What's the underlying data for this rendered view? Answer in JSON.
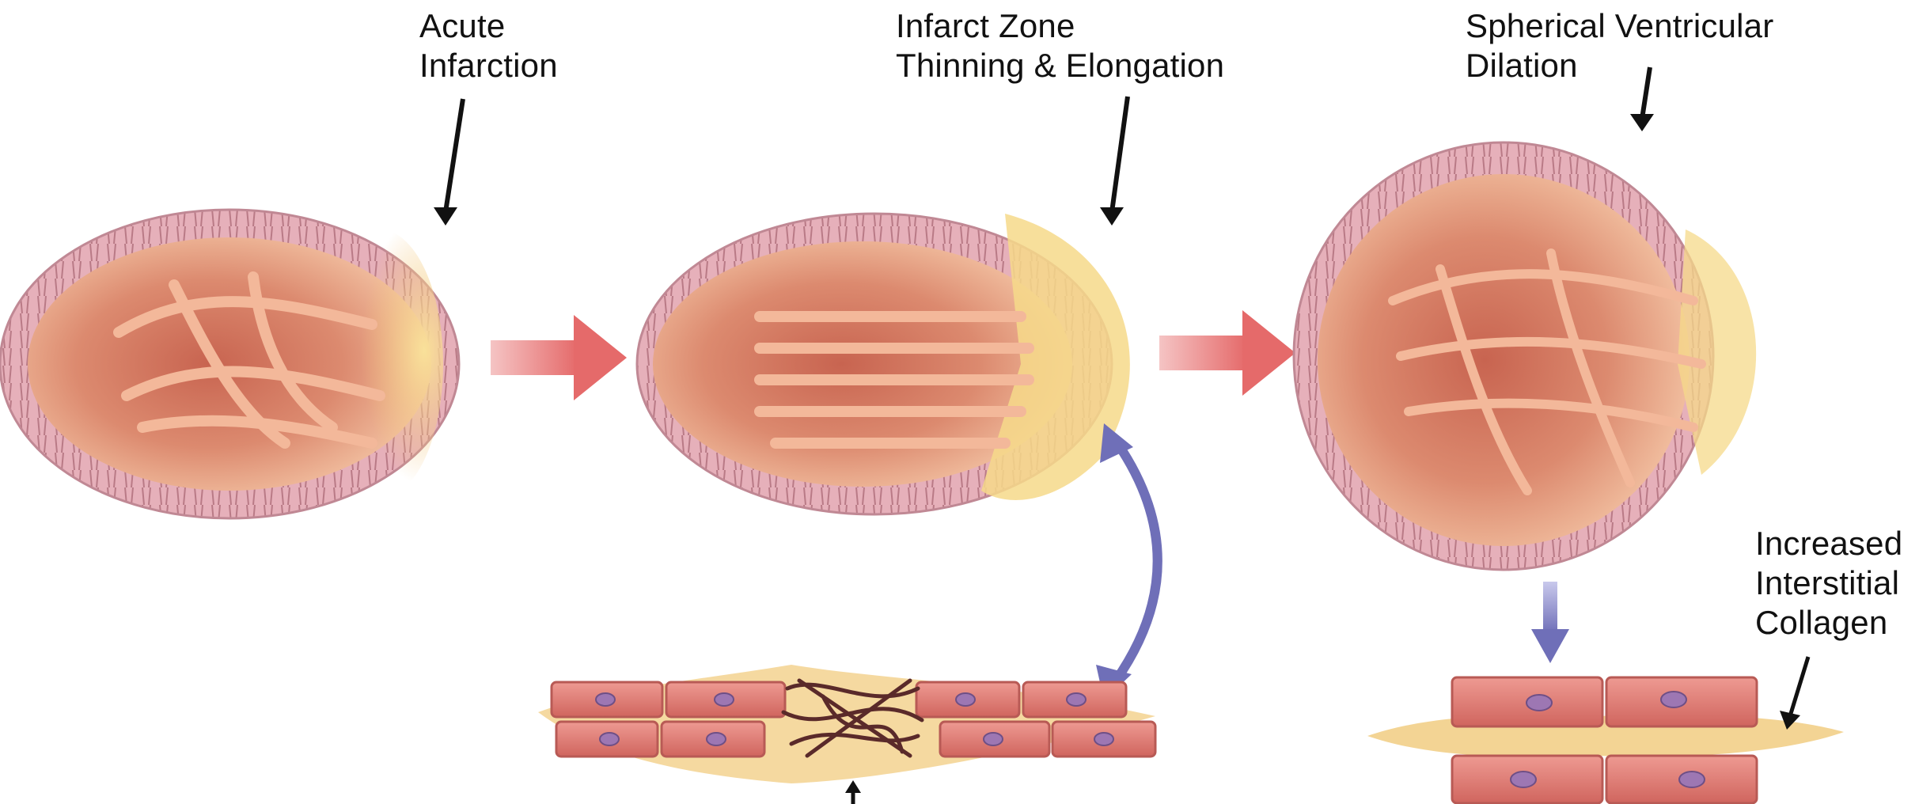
{
  "labels": {
    "acute": {
      "line1": "Acute",
      "line2": "Infarction"
    },
    "thinning": {
      "line1": "Infarct Zone",
      "line2": "Thinning & Elongation"
    },
    "dilation": {
      "line1": "Spherical Ventricular",
      "line2": "Dilation"
    },
    "collagen": {
      "line1": "Increased",
      "line2": "Interstitial",
      "line3": "Collagen"
    }
  },
  "colors": {
    "wall": "#e3a6b0",
    "wall_stroke": "#b97a86",
    "chamber_outer": "#f2bfa3",
    "chamber_inner": "#c86450",
    "trabeculae": "#f3b89a",
    "cavity": "#8e3b34",
    "infarct": "#f6d98a",
    "progression_arrow": "#e56a6a",
    "link_arrow": "#6f6fb8",
    "myocyte": "#e07b74",
    "nucleus": "#9d77b3",
    "collagen": "#f2cf88",
    "scar_fibers": "#5a2a2a"
  }
}
